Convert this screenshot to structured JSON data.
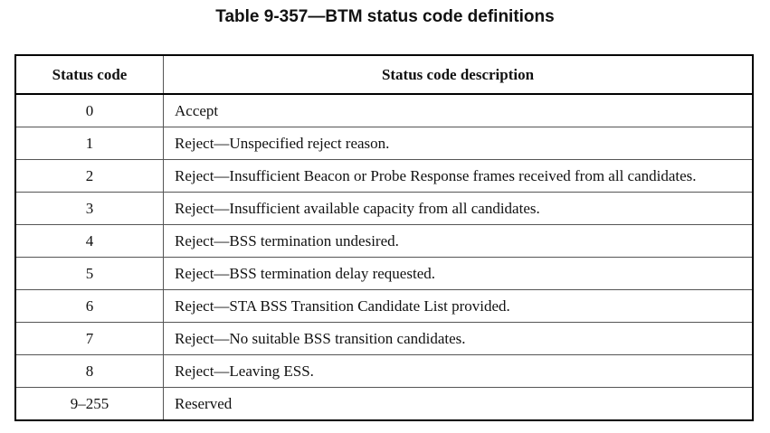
{
  "title": "Table 9-357—BTM status code definitions",
  "table": {
    "headers": [
      "Status code",
      "Status code description"
    ],
    "rows": [
      {
        "code": "0",
        "description": "Accept"
      },
      {
        "code": "1",
        "description": "Reject—Unspecified reject reason."
      },
      {
        "code": "2",
        "description": "Reject—Insufficient Beacon or Probe Response frames received from all candidates."
      },
      {
        "code": "3",
        "description": "Reject—Insufficient available capacity from all candidates."
      },
      {
        "code": "4",
        "description": "Reject—BSS termination undesired."
      },
      {
        "code": "5",
        "description": "Reject—BSS termination delay requested."
      },
      {
        "code": "6",
        "description": "Reject—STA BSS Transition Candidate List provided."
      },
      {
        "code": "7",
        "description": "Reject—No suitable BSS transition candidates."
      },
      {
        "code": "8",
        "description": "Reject—Leaving ESS."
      },
      {
        "code": "9–255",
        "description": "Reserved"
      }
    ]
  }
}
